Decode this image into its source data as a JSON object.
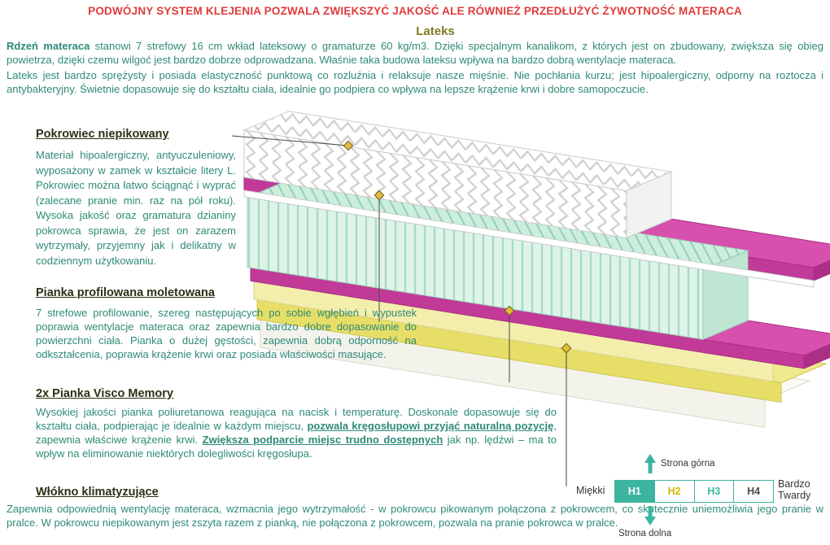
{
  "header": {
    "title": "PODWÓJNY SYSTEM KLEJENIA POZWALA ZWIĘKSZYĆ JAKOŚĆ ALE RÓWNIEŻ PRZEDŁUŻYĆ ŻYWOTNOŚĆ MATERACA"
  },
  "sections": {
    "lateks": {
      "heading": "Lateks",
      "p1_bold": "Rdzeń materaca",
      "p1_rest": " stanowi 7 strefowy 16 cm wkład lateksowy o gramaturze 60 kg/m3. Dzięki specjalnym kanalikom, z których jest on zbudowany, zwiększa się obieg powietrza, dzięki czemu wilgoć jest bardzo dobrze odprowadzana. Właśnie taka budowa lateksu wpływa na bardzo dobrą wentylacje materaca.",
      "p2": "Lateks jest bardzo sprężysty i posiada elastyczność punktową co rozluźnia i relaksuje nasze mięśnie. Nie pochłania kurzu; jest hipoalergiczny, odporny na roztocza i antybakteryjny. Świetnie dopasowuje się do kształtu ciała, idealnie go podpiera co wpływa na lepsze krążenie krwi i dobre samopoczucie."
    },
    "pokrowiec": {
      "heading": "Pokrowiec niepikowany",
      "body": "Materiał hipoalergiczny, antyuczuleniowy, wyposażony w zamek w kształcie litery L. Pokrowiec można łatwo ściągnąć i wyprać (zalecane pranie min. raz na pół roku). Wysoka jakość oraz gramatura dzianiny pokrowca sprawia, że jest on zarazem wytrzymały, przyjemny jak i delikatny w codziennym użytkowaniu."
    },
    "pianka": {
      "heading": "Pianka profilowana moletowana",
      "body": "7 strefowe profilowanie, szereg następujących po sobie wgłębień i wypustek poprawia wentylacje materaca oraz zapewnia bardzo dobre dopasowanie do powierzchni ciała. Pianka o dużej gęstości, zapewnia dobrą odporność na odkształcenia, poprawia krążenie krwi oraz posiada właściwości masujące."
    },
    "visco": {
      "heading": "2x Pianka Visco Memory",
      "p1": "Wysokiej jakości pianka poliuretanowa reagująca na nacisk i temperaturę. Doskonale dopasowuje się do kształtu ciała, podpierając je idealnie w każdym miejscu, ",
      "bold1": "pozwala kręgosłupowi przyjąć naturalną pozycję",
      "p2": ", zapewnia właściwe krążenie krwi. ",
      "bold2": "Zwiększa podparcie miejsc trudno dostępnych",
      "p3": " jak np. lędźwi – ma to wpływ na eliminowanie niektórych dolegliwości kręgosłupa."
    },
    "wlokno": {
      "heading": "Włókno klimatyzujące",
      "body": "Zapewnia odpowiednią wentylację materaca, wzmacnia jego wytrzymałość - w pokrowcu pikowanym połączona z pokrowcem, co skutecznie uniemożliwia jego pranie w pralce. W pokrowcu niepikowanym jest zszyta razem z pianką, nie połączona z pokrowcem, pozwala na pranie pokrowca w pralce."
    }
  },
  "scale": {
    "top_label": "Strona górna",
    "bottom_label": "Strona dolna",
    "left_label": "Miękki",
    "right_label": "Bardzo Twardy",
    "levels": [
      {
        "label": "H1",
        "selected": true
      },
      {
        "label": "H2",
        "selected": false
      },
      {
        "label": "H3",
        "selected": false
      },
      {
        "label": "H4",
        "selected": false
      }
    ]
  },
  "mattress": {
    "layers": [
      {
        "name": "quilted-zigzag-cover",
        "color": "#ffffff"
      },
      {
        "name": "visco-memory-foam-top",
        "color": "#c23a98"
      },
      {
        "name": "thin-white-layer",
        "color": "#ffffff"
      },
      {
        "name": "latex-core-7-zone",
        "color": "#def4e9"
      },
      {
        "name": "visco-memory-foam-bottom",
        "color": "#c23a98"
      },
      {
        "name": "profiled-foam-light",
        "color": "#f3eeac"
      },
      {
        "name": "profiled-foam-dark",
        "color": "#e6de67"
      },
      {
        "name": "base-layer",
        "color": "#f3f3ec"
      }
    ]
  },
  "colors": {
    "accent_red": "#e03c3c",
    "body_teal": "#2e8a78",
    "lateks_heading": "#7c7c24",
    "section_heading": "#2e2e16",
    "scale_teal": "#3cb4a0",
    "marker_yellow": "#e2bd3a"
  }
}
